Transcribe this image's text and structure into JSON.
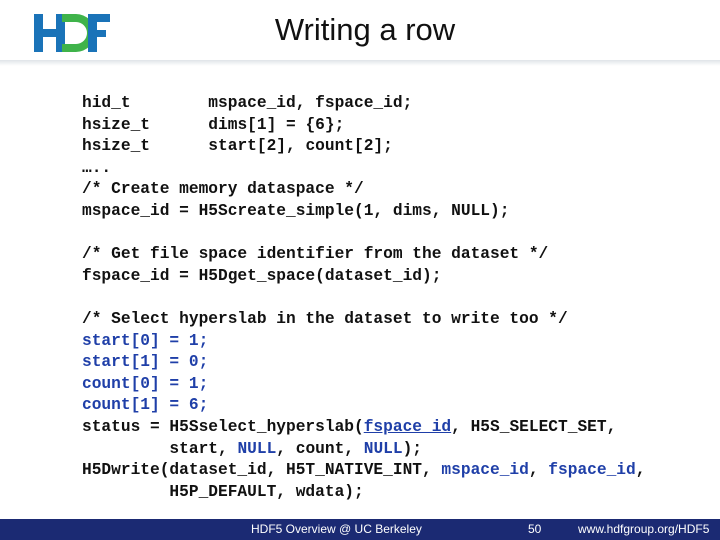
{
  "logo": {
    "text": "HDF"
  },
  "title": "Writing a row",
  "code": {
    "decl": [
      {
        "type": "hid_t",
        "vars": "mspace_id, fspace_id;"
      },
      {
        "type": "hsize_t",
        "vars": "dims[1] = {6};"
      },
      {
        "type": "hsize_t",
        "vars": "start[2], count[2];"
      }
    ],
    "ellipsis": "…..",
    "c1": "/* Create memory dataspace */",
    "l1": "mspace_id = H5Screate_simple(1, dims, NULL);",
    "c2": "/* Get file space identifier from the dataset */",
    "l2": "fspace_id = H5Dget_space(dataset_id);",
    "c3": "/* Select hyperslab in the dataset to write too */",
    "assign": [
      "start[0] = 1;",
      "start[1] = 0;",
      "count[0] = 1;",
      "count[1] = 6;"
    ],
    "status": {
      "prefix": "status = H5Sselect_hyperslab(",
      "arg1": "fspace_id",
      "rest1": ", H5S_SELECT_SET,",
      "indent": "         start, ",
      "null1": "NULL",
      "mid": ", count, ",
      "null2": "NULL",
      "end": ");"
    },
    "write": {
      "prefix": "H5Dwrite(dataset_id, H5T_NATIVE_INT, ",
      "m": "mspace_id",
      "sep": ", ",
      "f": "fspace_id",
      "comma": ",",
      "line2": "         H5P_DEFAULT, wdata);"
    }
  },
  "footer": {
    "center": "HDF5 Overview @ UC Berkeley",
    "page": "50",
    "url": "www.hdfgroup.org/HDF5"
  },
  "colors": {
    "logo_blue": "#1a73b8",
    "logo_green": "#3fb34a",
    "code_blue": "#1f3fa8",
    "footer_bg": "#1b2a73"
  }
}
